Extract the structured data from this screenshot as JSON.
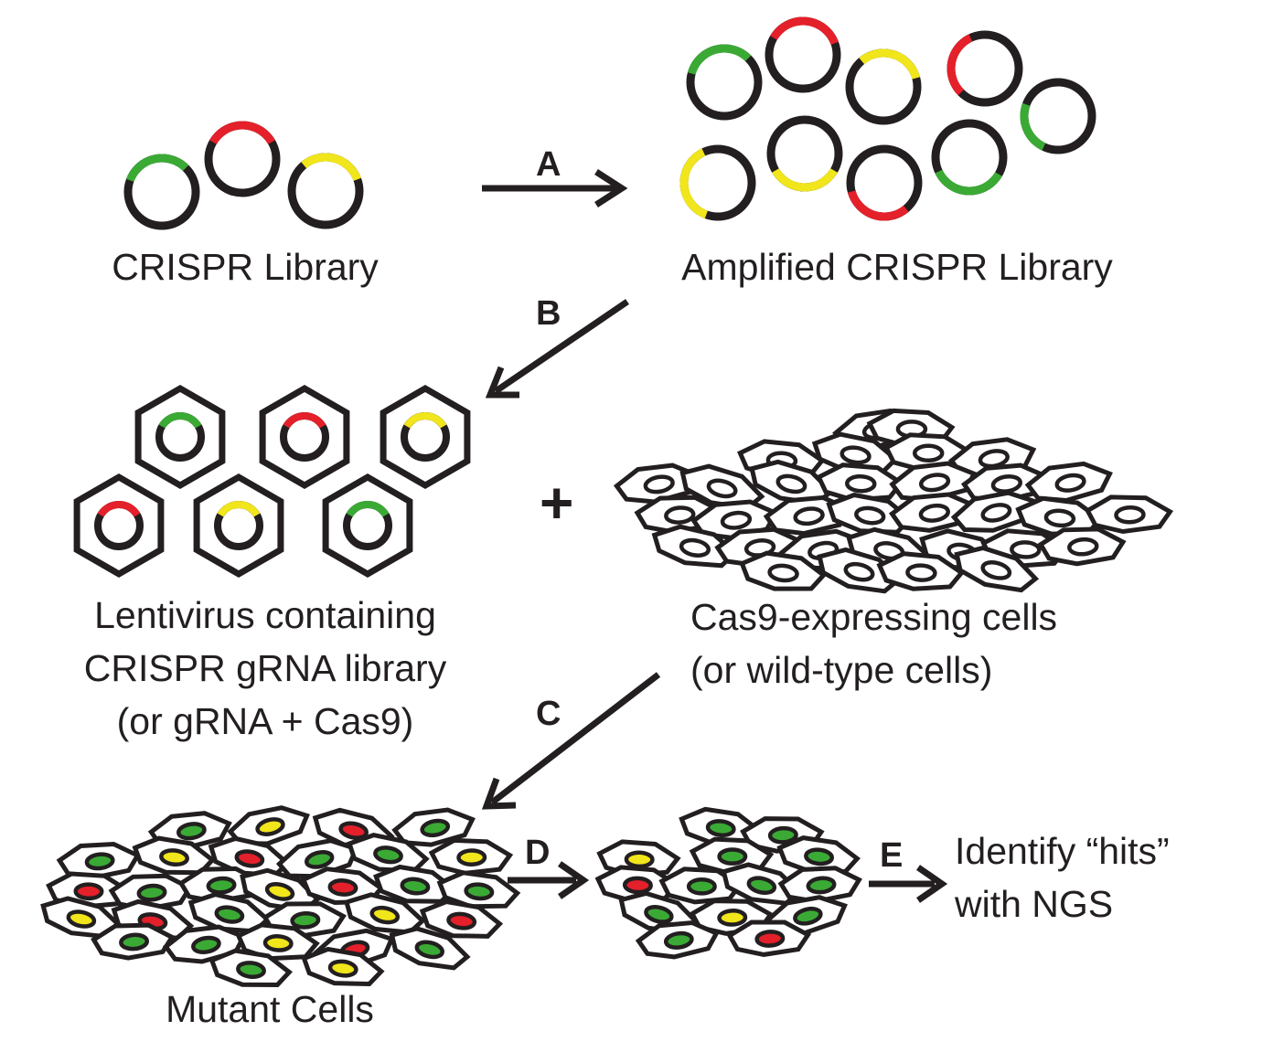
{
  "labels": {
    "crispr_library": "CRISPR Library",
    "amplified_library": "Amplified CRISPR Library",
    "lentivirus_line1": "Lentivirus containing",
    "lentivirus_line2": "CRISPR gRNA library",
    "lentivirus_line3": "(or gRNA + Cas9)",
    "cas9_line1": "Cas9-expressing cells",
    "cas9_line2": "(or wild-type cells)",
    "mutant_cells": "Mutant Cells",
    "identify_line1": "Identify “hits”",
    "identify_line2": "with NGS"
  },
  "steps": {
    "a": "A",
    "b": "B",
    "c": "C",
    "d": "D",
    "e": "E"
  },
  "plus_sign": "+",
  "colors": {
    "ink": "#231f20",
    "green": "#3aaa35",
    "red": "#e4202a",
    "yellow": "#f1e51b"
  }
}
